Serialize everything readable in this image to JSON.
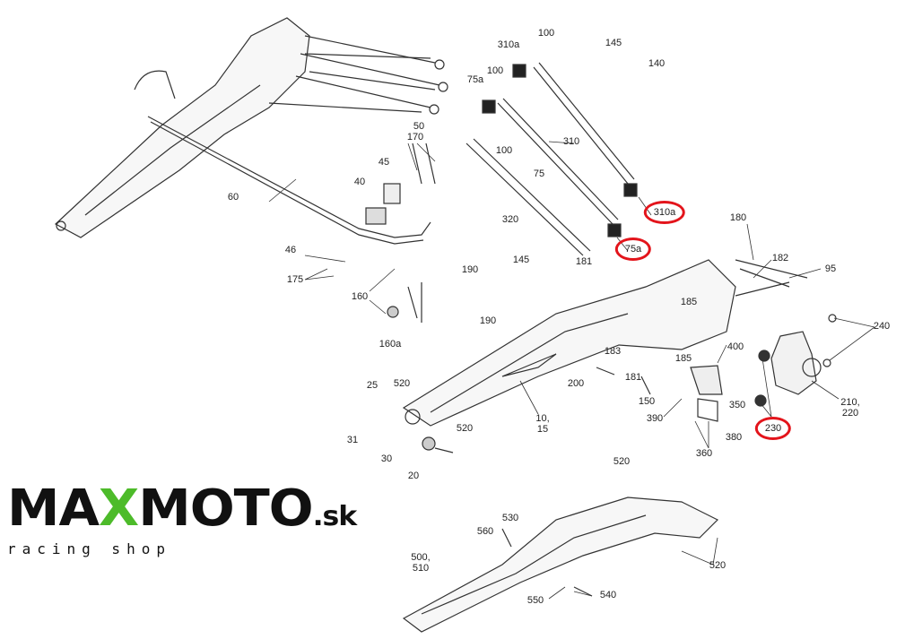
{
  "diagram": {
    "accent_circle_color": "#e3141b",
    "labels": [
      {
        "id": "l1",
        "text": "310a"
      },
      {
        "id": "l2",
        "text": "100"
      },
      {
        "id": "l3",
        "text": "145"
      },
      {
        "id": "l4",
        "text": "140"
      },
      {
        "id": "l5",
        "text": "100"
      },
      {
        "id": "l6",
        "text": "75a"
      },
      {
        "id": "l7",
        "text": "50"
      },
      {
        "id": "l8",
        "text": "170"
      },
      {
        "id": "l9",
        "text": "100"
      },
      {
        "id": "l10",
        "text": "310"
      },
      {
        "id": "l11",
        "text": "45"
      },
      {
        "id": "l12",
        "text": "40"
      },
      {
        "id": "l13",
        "text": "75"
      },
      {
        "id": "l14",
        "text": "310a",
        "circled": true
      },
      {
        "id": "l15",
        "text": "60"
      },
      {
        "id": "l16",
        "text": "320"
      },
      {
        "id": "l17",
        "text": "75a",
        "circled": true
      },
      {
        "id": "l18",
        "text": "181"
      },
      {
        "id": "l19",
        "text": "180"
      },
      {
        "id": "l20",
        "text": "46"
      },
      {
        "id": "l21",
        "text": "182"
      },
      {
        "id": "l22",
        "text": "95"
      },
      {
        "id": "l23",
        "text": "175"
      },
      {
        "id": "l24",
        "text": "145"
      },
      {
        "id": "l25",
        "text": "190"
      },
      {
        "id": "l26",
        "text": "160"
      },
      {
        "id": "l27",
        "text": "185"
      },
      {
        "id": "l28",
        "text": "190"
      },
      {
        "id": "l29",
        "text": "240"
      },
      {
        "id": "l30",
        "text": "160a"
      },
      {
        "id": "l31",
        "text": "400"
      },
      {
        "id": "l32",
        "text": "183"
      },
      {
        "id": "l33",
        "text": "185"
      },
      {
        "id": "l34",
        "text": "181"
      },
      {
        "id": "l35",
        "text": "200"
      },
      {
        "id": "l36",
        "text": "25"
      },
      {
        "id": "l37",
        "text": "520"
      },
      {
        "id": "l38",
        "text": "150"
      },
      {
        "id": "l39",
        "text": "350"
      },
      {
        "id": "l40",
        "text": "210,\n220"
      },
      {
        "id": "l41",
        "text": "10,\n15"
      },
      {
        "id": "l42",
        "text": "390"
      },
      {
        "id": "l43",
        "text": "230",
        "circled": true
      },
      {
        "id": "l44",
        "text": "520"
      },
      {
        "id": "l45",
        "text": "31"
      },
      {
        "id": "l46",
        "text": "380"
      },
      {
        "id": "l47",
        "text": "30"
      },
      {
        "id": "l48",
        "text": "360"
      },
      {
        "id": "l49",
        "text": "20"
      },
      {
        "id": "l50",
        "text": "520"
      },
      {
        "id": "l51",
        "text": "530"
      },
      {
        "id": "l52",
        "text": "560"
      },
      {
        "id": "l53",
        "text": "500,\n510"
      },
      {
        "id": "l54",
        "text": "520"
      },
      {
        "id": "l55",
        "text": "550"
      },
      {
        "id": "l56",
        "text": "540"
      }
    ]
  },
  "logo": {
    "part1": "MA",
    "part2": "X",
    "part3": "MOTO",
    "part4": ".sk",
    "tagline": "racing shop"
  }
}
